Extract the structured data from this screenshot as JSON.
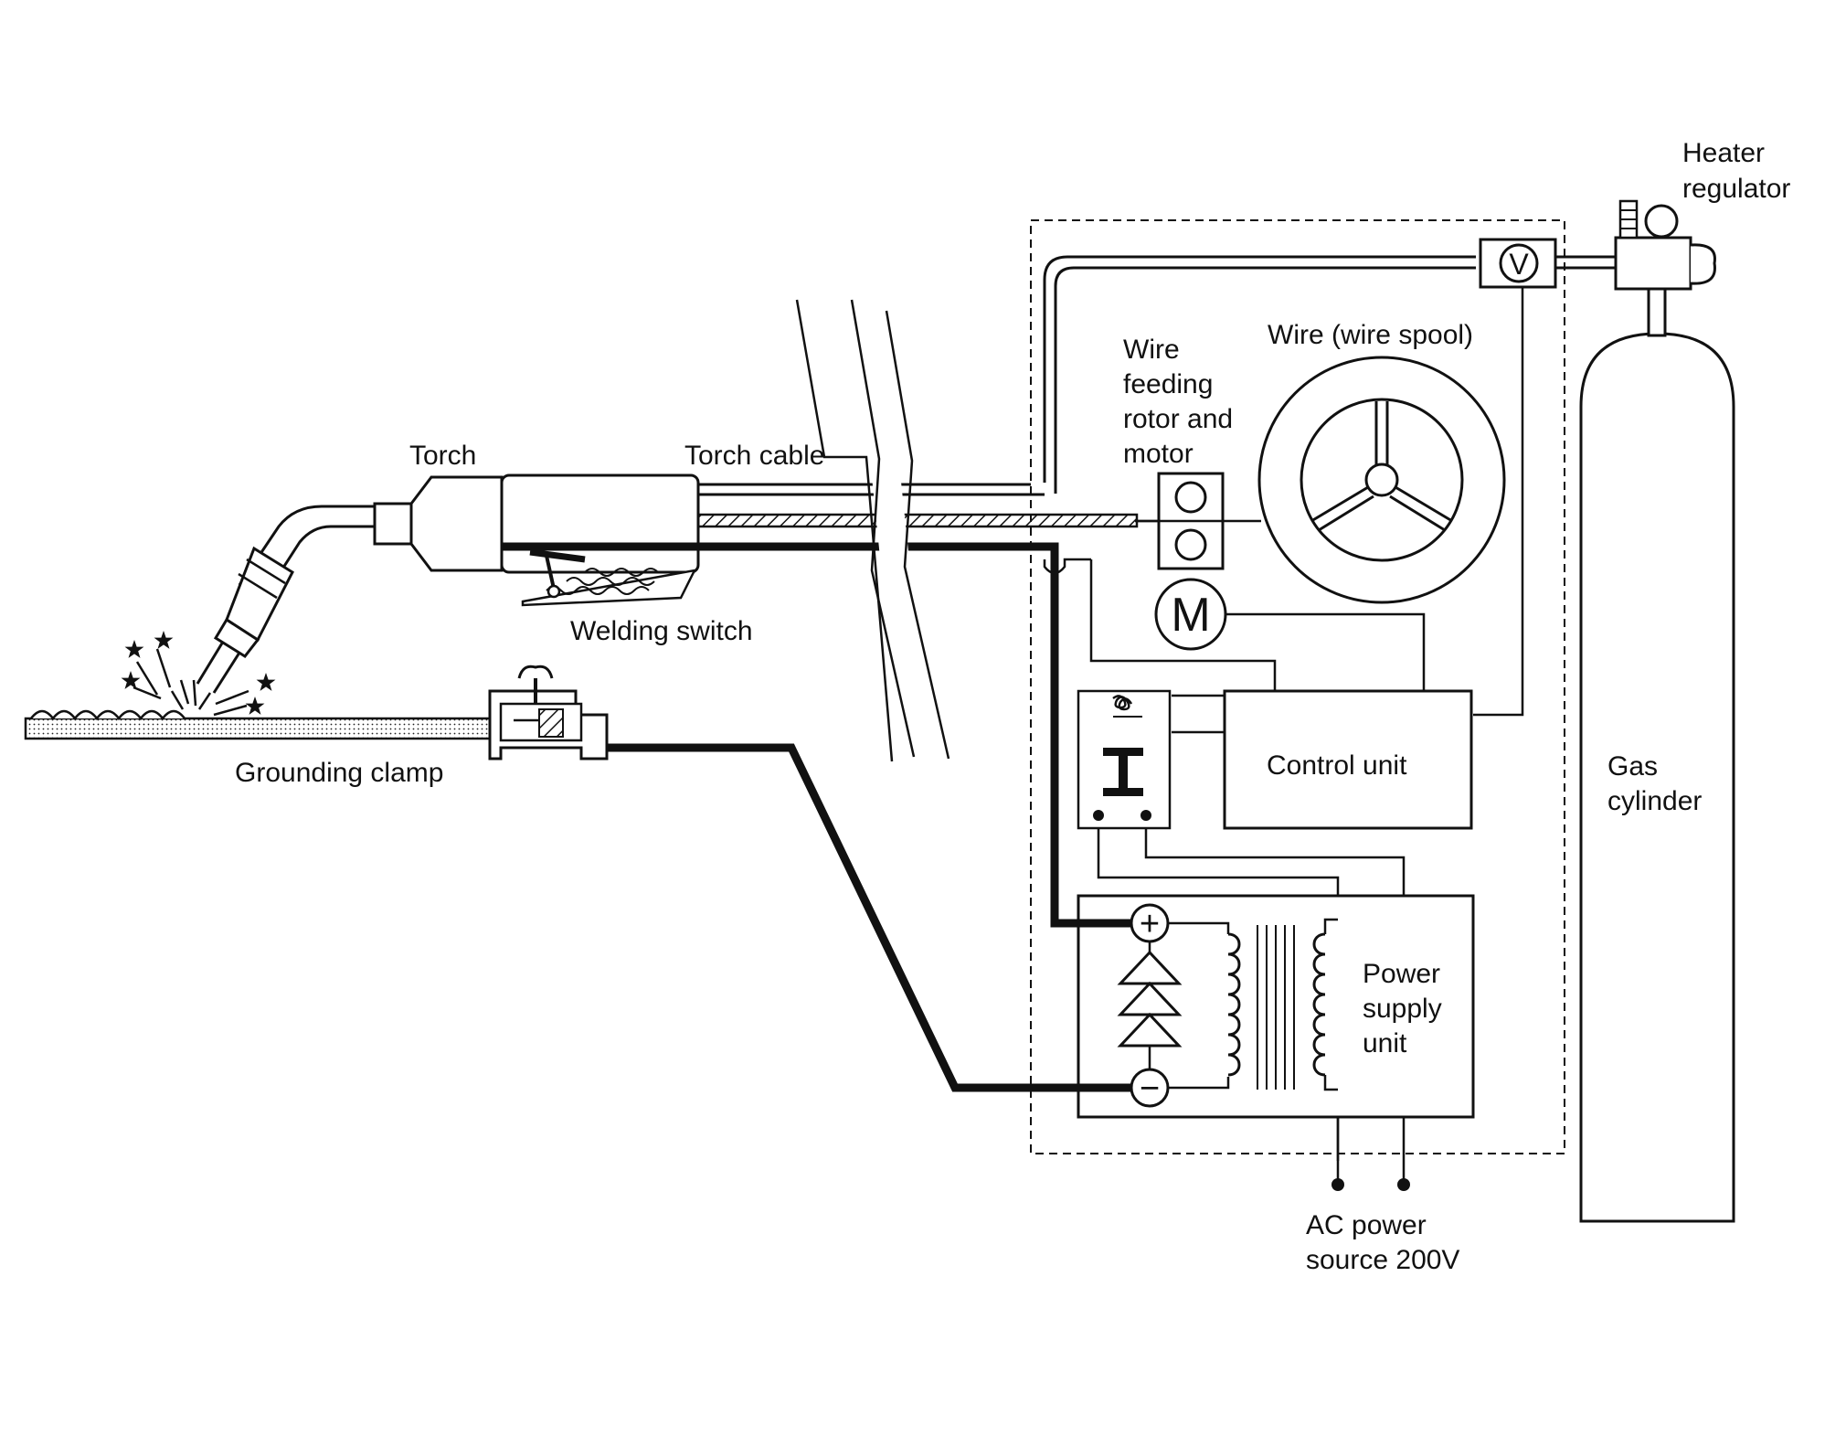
{
  "labels": {
    "heater_regulator": [
      "Heater",
      "regulator"
    ],
    "wire_spool": "Wire (wire spool)",
    "wire_feeding": [
      "Wire",
      "feeding",
      "rotor and",
      "motor"
    ],
    "torch": "Torch",
    "torch_cable": "Torch cable",
    "welding_switch": "Welding switch",
    "grounding_clamp": "Grounding clamp",
    "control_unit": "Control unit",
    "gas_cylinder": [
      "Gas",
      "cylinder"
    ],
    "power_supply": [
      "Power",
      "supply",
      "unit"
    ],
    "ac_power": [
      "AC power",
      "source 200V"
    ]
  },
  "symbols": {
    "voltmeter": "V",
    "motor": "M",
    "plus": "+",
    "minus": "−"
  },
  "colors": {
    "line": "#111111",
    "background": "#ffffff"
  }
}
